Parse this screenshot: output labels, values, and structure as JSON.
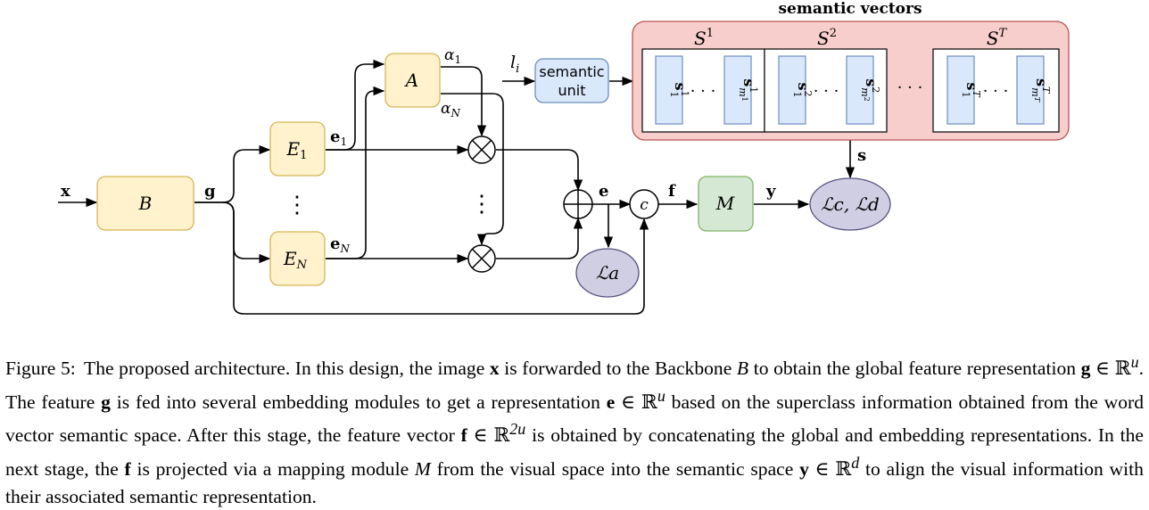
{
  "figure": {
    "nodes": {
      "backbone": "B",
      "embed_1": "E",
      "embed_1_sub": "1",
      "embed_n": "E",
      "embed_n_sub": "N",
      "attention": "A",
      "mapping": "M",
      "semantic_unit_line1": "semantic",
      "semantic_unit_line2": "unit",
      "loss_cd": "ℒc, ℒd",
      "loss_a": "ℒa",
      "concat": "c"
    },
    "labels": {
      "x": "x",
      "g": "g",
      "e1": "e",
      "e1_sub": "1",
      "en": "e",
      "en_sub": "N",
      "alpha1": "α",
      "alpha1_sub": "1",
      "alphan": "α",
      "alphan_sub": "N",
      "li": "l",
      "li_sub": "i",
      "e": "e",
      "f": "f",
      "y": "y",
      "s": "s",
      "vdots": "⋮"
    },
    "semantic_vectors": {
      "title": "semantic vectors",
      "groups": [
        {
          "name": "S",
          "sup": "1",
          "first": "s",
          "first_sub": "1",
          "first_sup": "1",
          "last_sub": "m",
          "last_subsub": "1",
          "last_sup": "1"
        },
        {
          "name": "S",
          "sup": "2",
          "first": "s",
          "first_sub": "1",
          "first_sup": "2",
          "last_sub": "m",
          "last_subsub": "2",
          "last_sup": "2"
        },
        {
          "name": "S",
          "sup": "T",
          "first": "s",
          "first_sub": "1",
          "first_sup": "T",
          "last_sub": "m",
          "last_subsub": "T",
          "last_sup": "T"
        }
      ],
      "dots": "· · ·"
    },
    "colors": {
      "yellow_fill": "#fff2cc",
      "yellow_stroke": "#d6b656",
      "blue_fill": "#dae8fc",
      "blue_stroke": "#6c8ebf",
      "red_fill": "#f8cecc",
      "red_stroke": "#b85450",
      "green_fill": "#d5e8d4",
      "green_stroke": "#82b366",
      "purple_fill": "#d0cee2",
      "purple_stroke": "#56517e"
    }
  },
  "caption": {
    "label": "Figure 5:",
    "p1": "The proposed architecture. In this design, the image",
    "x": "x",
    "p2": "is forwarded to the Backbone",
    "B": "B",
    "p3": "to obtain the global feature representation",
    "g1": "g",
    "in1": "∈ ℝ",
    "u1": "u",
    "p4": ". The feature",
    "g2": "g",
    "p5": "is fed into several embedding modules to get a representation",
    "e": "e",
    "in2": "∈ ℝ",
    "u2": "u",
    "p6": "based on the superclass information obtained from the word vector semantic space. After this stage, the feature vector",
    "f1": "f",
    "in3": "∈ ℝ",
    "u3": "2u",
    "p7": "is obtained by concatenating the global and embedding representations. In the next stage, the",
    "f2": "f",
    "p8": "is projected via a mapping module",
    "M": "M",
    "p9": "from the visual space into the semantic space",
    "y": "y",
    "in4": "∈ ℝ",
    "d": "d",
    "p10": "to align the visual information with their associated semantic representation."
  }
}
